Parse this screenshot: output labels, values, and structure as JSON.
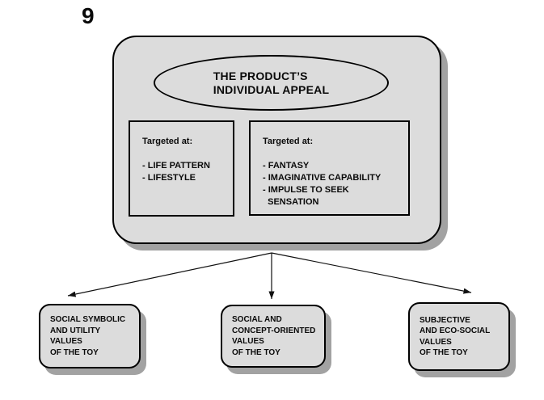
{
  "page": {
    "number": "9"
  },
  "main_panel": {
    "ellipse_title": "THE PRODUCT’S\nINDIVIDUAL APPEAL",
    "left_box": {
      "heading": "Targeted at:",
      "items": "- LIFE PATTERN\n- LIFESTYLE"
    },
    "right_box": {
      "heading": "Targeted at:",
      "items": "- FANTASY\n- IMAGINATIVE CAPABILITY\n- IMPULSE TO SEEK\n  SENSATION"
    }
  },
  "bottom_boxes": [
    {
      "label": "SOCIAL SYMBOLIC\nAND UTILITY\nVALUES\nOF THE TOY"
    },
    {
      "label": "SOCIAL AND\nCONCEPT-ORIENTED\nVALUES\nOF THE TOY"
    },
    {
      "label": "SUBJECTIVE\nAND ECO-SOCIAL\nVALUES\nOF THE TOY"
    }
  ],
  "colors": {
    "panel_fill": "#dcdcdc",
    "shadow": "#a2a2a2",
    "border": "#000000",
    "background": "#ffffff"
  }
}
